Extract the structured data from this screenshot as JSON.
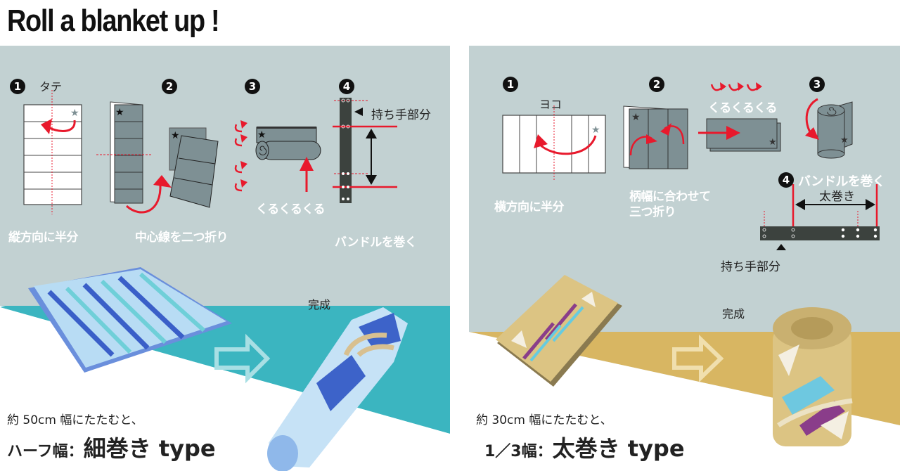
{
  "header": {
    "title": "Roll a blanket up !"
  },
  "colors": {
    "panel_bg": "#c2d1d2",
    "accent_red": "#e8192c",
    "teal_band": "#3bb5c0",
    "mustard_band": "#d8b662",
    "fold_gray": "#7e9094",
    "band_dark": "#3c423e"
  },
  "left_panel": {
    "steps": [
      {
        "number": "1",
        "label": "縦方向に半分",
        "annotation": "タテ"
      },
      {
        "number": "2",
        "label": "中心線を二つ折り"
      },
      {
        "number": "3",
        "label": "",
        "annotation": "くるくるくる"
      },
      {
        "number": "4",
        "label": "バンドルを巻く",
        "annotation": "持ち手部分"
      }
    ],
    "done_label": "完成",
    "arrow_icon": "right-arrow-outline",
    "note": "約 50cm 幅にたたむと、",
    "type_prefix": "ハーフ幅：",
    "type_name": "細巻き type"
  },
  "right_panel": {
    "steps": [
      {
        "number": "1",
        "label": "横方向に半分",
        "annotation": "ヨコ"
      },
      {
        "number": "2",
        "label_line1": "柄幅に合わせて",
        "label_line2": "三つ折り"
      },
      {
        "number": "3",
        "annotation": "くるくるくる"
      },
      {
        "number": "4",
        "label": "バンドルを巻く",
        "annotation": "太巻き",
        "handle_label": "持ち手部分"
      }
    ],
    "done_label": "完成",
    "arrow_icon": "right-arrow-outline",
    "note": "約 30cm 幅にたたむと、",
    "type_prefix": "1／3幅：",
    "type_name": "太巻き type"
  }
}
